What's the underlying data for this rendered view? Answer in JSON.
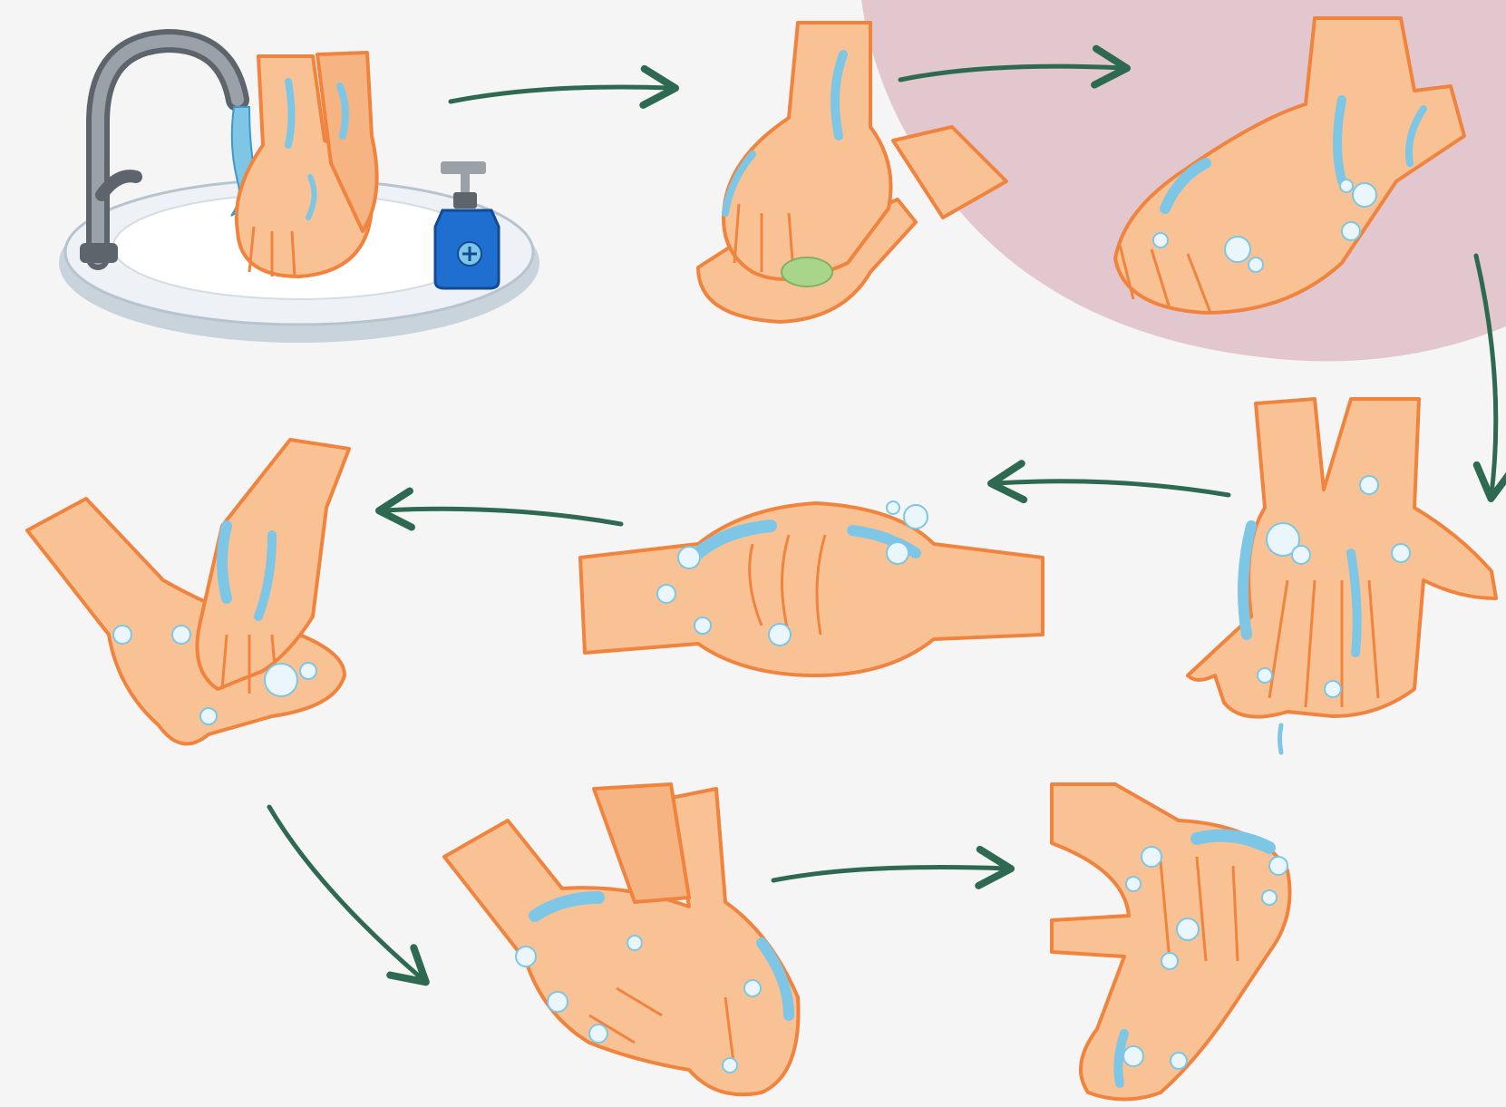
{
  "colors": {
    "background": "#f5f5f5",
    "corner_blob": "#e2c8ce",
    "arrow": "#2e6a52",
    "skin": "#f9c295",
    "skin_outline": "#f0843e",
    "water": "#7ec6e6",
    "water_dark": "#3f98c9",
    "sink": "#e9eef3",
    "sink_rim": "#c8d3dc",
    "faucet": "#8c939b",
    "faucet_dark": "#5d646b",
    "soap_bottle": "#1f6fd1",
    "soap_bar": "#a9d58b"
  },
  "steps": [
    {
      "step": 1,
      "icon": "wet-hands-at-sink-icon"
    },
    {
      "step": 2,
      "icon": "apply-soap-icon"
    },
    {
      "step": 3,
      "icon": "rub-back-of-hands-icon"
    },
    {
      "step": 4,
      "icon": "interlace-fingers-icon"
    },
    {
      "step": 5,
      "icon": "interlock-fingers-icon"
    },
    {
      "step": 6,
      "icon": "rub-palm-with-fingertips-icon"
    },
    {
      "step": 7,
      "icon": "rotational-thumb-rub-icon"
    },
    {
      "step": 8,
      "icon": "rub-wrists-icon"
    }
  ],
  "arrows": [
    {
      "from": 1,
      "to": 2
    },
    {
      "from": 2,
      "to": 3
    },
    {
      "from": 3,
      "to": 4
    },
    {
      "from": 4,
      "to": 5
    },
    {
      "from": 5,
      "to": 6
    },
    {
      "from": 6,
      "to": 7
    },
    {
      "from": 7,
      "to": 8
    }
  ]
}
